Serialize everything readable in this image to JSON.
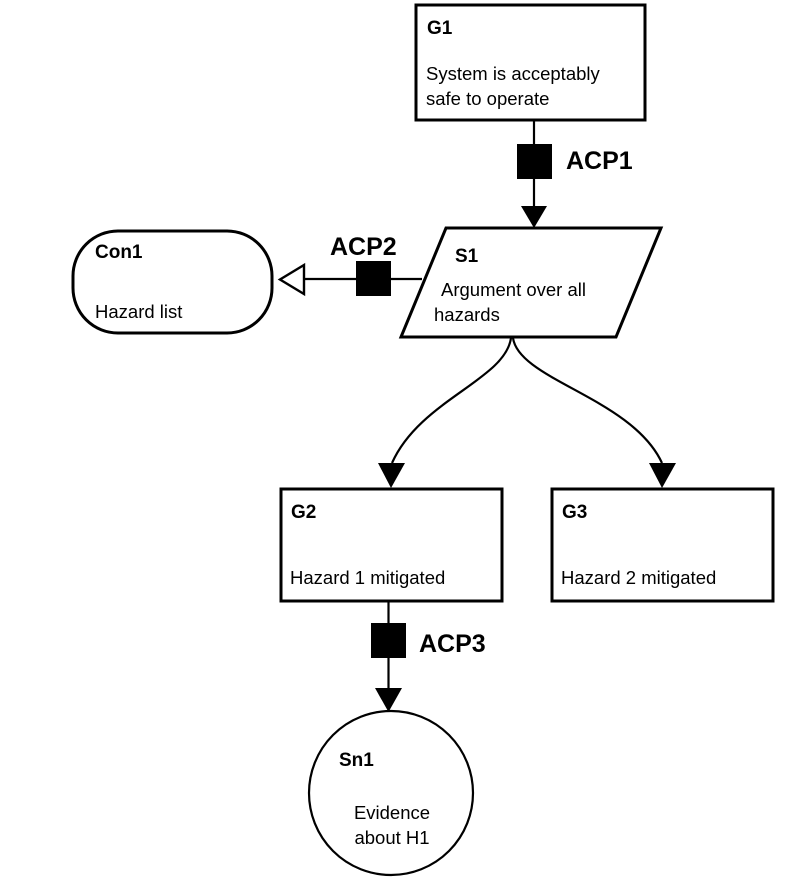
{
  "diagram": {
    "type": "gsn-safety-case",
    "title": "",
    "colors": {
      "background": "#ffffff",
      "stroke": "#000000",
      "fill": "#ffffff",
      "acp_marker": "#000000"
    },
    "nodes": [
      {
        "key": "g1",
        "shape": "rectangle",
        "node_type": "goal",
        "id": "G1",
        "body_lines": [
          "System is acceptably",
          "safe to operate"
        ]
      },
      {
        "key": "s1",
        "shape": "parallelogram",
        "node_type": "strategy",
        "id": "S1",
        "body_lines": [
          "Argument over all",
          "hazards"
        ]
      },
      {
        "key": "con1",
        "shape": "rounded-rectangle",
        "node_type": "context",
        "id": "Con1",
        "body_lines": [
          "Hazard list"
        ]
      },
      {
        "key": "g2",
        "shape": "rectangle",
        "node_type": "goal",
        "id": "G2",
        "body_lines": [
          "Hazard 1 mitigated"
        ]
      },
      {
        "key": "g3",
        "shape": "rectangle",
        "node_type": "goal",
        "id": "G3",
        "body_lines": [
          "Hazard 2 mitigated"
        ]
      },
      {
        "key": "sn1",
        "shape": "circle",
        "node_type": "solution",
        "id": "Sn1",
        "body_lines": [
          "Evidence",
          "about H1"
        ]
      }
    ],
    "acp_markers": [
      {
        "key": "acp1",
        "label": "ACP1",
        "on_edge": "g1-to-s1"
      },
      {
        "key": "acp2",
        "label": "ACP2",
        "on_edge": "s1-to-con1"
      },
      {
        "key": "acp3",
        "label": "ACP3",
        "on_edge": "g2-to-sn1"
      }
    ],
    "edges": [
      {
        "key": "g1-to-s1",
        "from": "G1",
        "to": "S1",
        "arrow": "solid",
        "style": "straight"
      },
      {
        "key": "s1-to-con1",
        "from": "S1",
        "to": "Con1",
        "arrow": "hollow",
        "style": "straight"
      },
      {
        "key": "s1-to-g2",
        "from": "S1",
        "to": "G2",
        "arrow": "solid",
        "style": "curved"
      },
      {
        "key": "s1-to-g3",
        "from": "S1",
        "to": "G3",
        "arrow": "solid",
        "style": "curved"
      },
      {
        "key": "g2-to-sn1",
        "from": "G2",
        "to": "Sn1",
        "arrow": "solid",
        "style": "straight"
      }
    ]
  }
}
